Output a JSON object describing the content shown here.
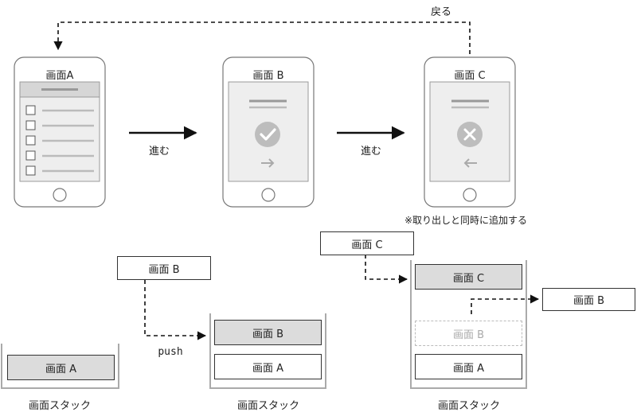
{
  "screens": [
    {
      "title": "画面A",
      "content": "checklist"
    },
    {
      "title": "画面 B",
      "content": "check",
      "arrow": "→"
    },
    {
      "title": "画面 C",
      "content": "cross",
      "arrow": "←"
    }
  ],
  "arrows": {
    "forward1": "進む",
    "forward2": "進む",
    "back": "戻る"
  },
  "note": "※取り出しと同時に追加する",
  "stacks": [
    {
      "label": "画面スタック",
      "items": [
        "画面 A"
      ]
    },
    {
      "label": "画面スタック",
      "items": [
        "画面 B",
        "画面 A"
      ]
    },
    {
      "label": "画面スタック",
      "items": [
        "画面 C",
        "画面 B",
        "画面 A"
      ]
    }
  ],
  "floating": {
    "push_box": "画面 B",
    "push_label": "push",
    "in_box": "画面 C",
    "out_box": "画面 B"
  },
  "colors": {
    "stroke": "#333333",
    "gray_fill": "#dcdcdc",
    "phone_fill": "#ffffff",
    "screen_fill": "#eeeeee",
    "icon_gray": "#bdbdbd"
  }
}
